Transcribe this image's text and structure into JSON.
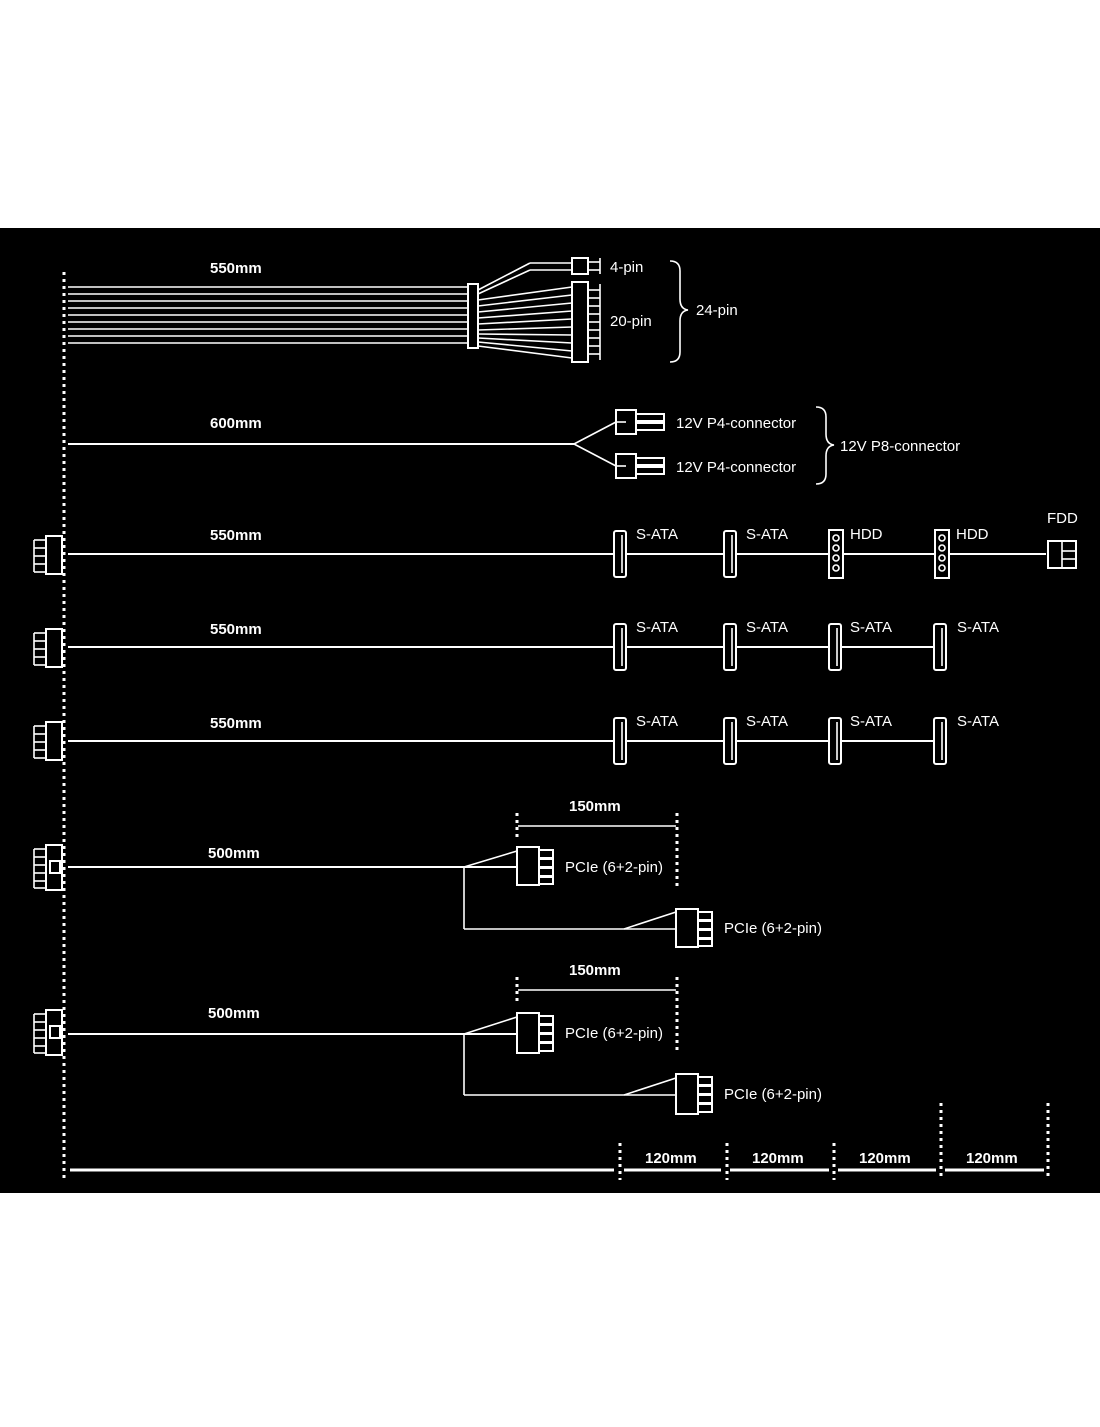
{
  "colors": {
    "background": "#000000",
    "foreground": "#ffffff",
    "page": "#ffffff"
  },
  "cables": {
    "atx": {
      "length": "550mm",
      "connector_4pin": "4-pin",
      "connector_20pin": "20-pin",
      "group": "24-pin"
    },
    "eps": {
      "length": "600mm",
      "connector_a": "12V P4-connector",
      "connector_b": "12V P4-connector",
      "group": "12V P8-connector"
    },
    "peripheral_1": {
      "length": "550mm",
      "connectors": [
        "S-ATA",
        "S-ATA",
        "HDD",
        "HDD",
        "FDD"
      ]
    },
    "sata_1": {
      "length": "550mm",
      "connectors": [
        "S-ATA",
        "S-ATA",
        "S-ATA",
        "S-ATA"
      ]
    },
    "sata_2": {
      "length": "550mm",
      "connectors": [
        "S-ATA",
        "S-ATA",
        "S-ATA",
        "S-ATA"
      ]
    },
    "pcie_1": {
      "length": "500mm",
      "split_length": "150mm",
      "connector_a": "PCIe (6+2-pin)",
      "connector_b": "PCIe (6+2-pin)"
    },
    "pcie_2": {
      "length": "500mm",
      "split_length": "150mm",
      "connector_a": "PCIe (6+2-pin)",
      "connector_b": "PCIe (6+2-pin)"
    }
  },
  "scale": {
    "segments": [
      "120mm",
      "120mm",
      "120mm",
      "120mm"
    ]
  }
}
